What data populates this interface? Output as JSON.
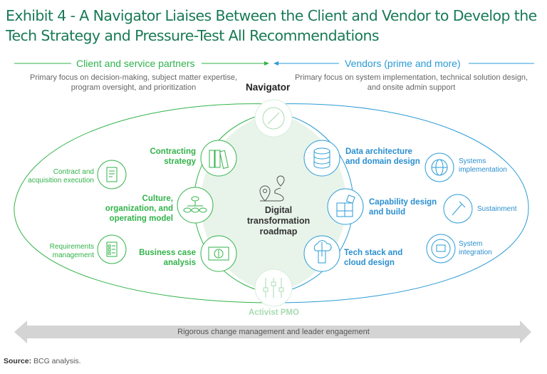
{
  "title": "Exhibit 4 - A Navigator Liaises Between the Client and Vendor to Develop the Tech Strategy and Pressure-Test All Recommendations",
  "headers": {
    "left": "Client and service partners",
    "right": "Vendors (prime and more)",
    "left_sub": "Primary focus on decision-making, subject matter expertise, program oversight, and prioritization",
    "right_sub": "Primary focus on system implementation, technical solution design, and onsite admin support"
  },
  "navigator": {
    "label": "Navigator",
    "icon": "compass-icon"
  },
  "center": {
    "label": "Digital transformation roadmap",
    "icon": "route-map-icon"
  },
  "pmo": {
    "label": "Activist PMO",
    "icon": "sliders-icon"
  },
  "client_inner": [
    {
      "label": "Contracting strategy",
      "icon": "binders-icon"
    },
    {
      "label": "Culture, organization, and operating model",
      "icon": "org-chart-icon"
    },
    {
      "label": "Business case analysis",
      "icon": "money-icon"
    }
  ],
  "client_outer": [
    {
      "label": "Contract and acquisition execution",
      "icon": "contract-document-icon"
    },
    {
      "label": "Requirements management",
      "icon": "checklist-icon"
    }
  ],
  "vendor_inner": [
    {
      "label": "Data architecture and domain design",
      "icon": "database-icon"
    },
    {
      "label": "Capability design and build",
      "icon": "puzzle-icon"
    },
    {
      "label": "Tech stack and cloud design",
      "icon": "cloud-server-icon"
    }
  ],
  "vendor_outer": [
    {
      "label": "Systems implementation",
      "icon": "globe-network-icon"
    },
    {
      "label": "Sustainment",
      "icon": "screw-icon"
    },
    {
      "label": "System integration",
      "icon": "monitor-cycle-icon"
    }
  ],
  "band": "Rigorous change management and leader engagement",
  "source_label": "Source:",
  "source_text": "BCG analysis.",
  "colors": {
    "title": "#197a56",
    "client": "#32b34a",
    "vendor": "#2a8fcf",
    "center_fill": "#e8f4ea",
    "band": "#d4d4d4"
  }
}
